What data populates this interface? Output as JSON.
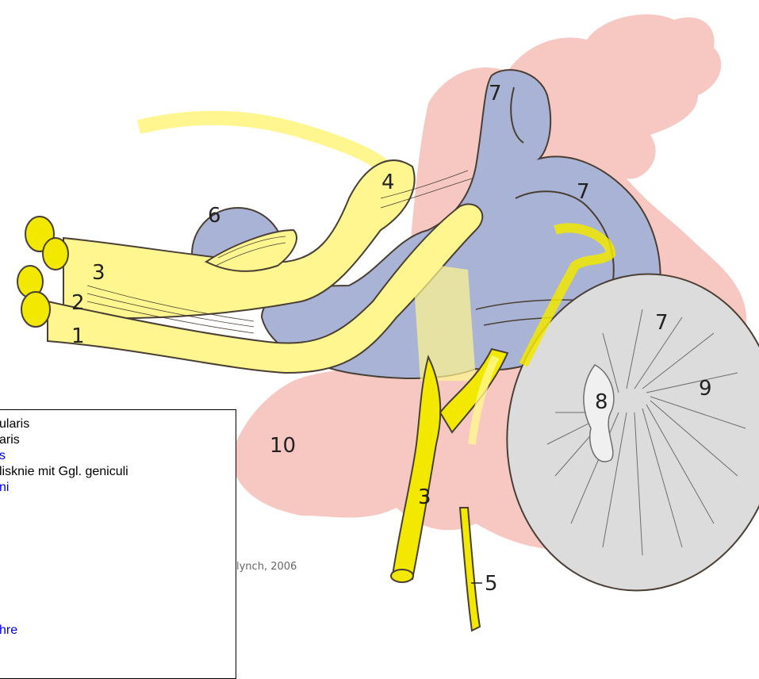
{
  "diagram": {
    "labels": {
      "n1": "1",
      "n2": "2",
      "n3a": "3",
      "n3b": "3",
      "n4": "4",
      "n5": "5",
      "n6": "6",
      "n7a": "7",
      "n7b": "7",
      "n7c": "7",
      "n8": "8",
      "n9": "9",
      "n10": "10"
    },
    "credit": "lynch, 2006",
    "colors": {
      "nerve": "#fff68f",
      "nerve_dark": "#f2e800",
      "labyrinth": "#a9b3d6",
      "bone": "#f7c8c2",
      "cochlea": "#dcdcdc",
      "outline": "#4a3f35"
    }
  },
  "legend": {
    "items": [
      {
        "text": "ularis",
        "link": false
      },
      {
        "text": "aris",
        "link": false
      },
      {
        "text": "s",
        "link": true
      },
      {
        "text": "lisknie mit Ggl. geniculi",
        "link": false
      },
      {
        "text": "ni",
        "link": true
      },
      {
        "text": "hre",
        "link": true
      }
    ]
  }
}
